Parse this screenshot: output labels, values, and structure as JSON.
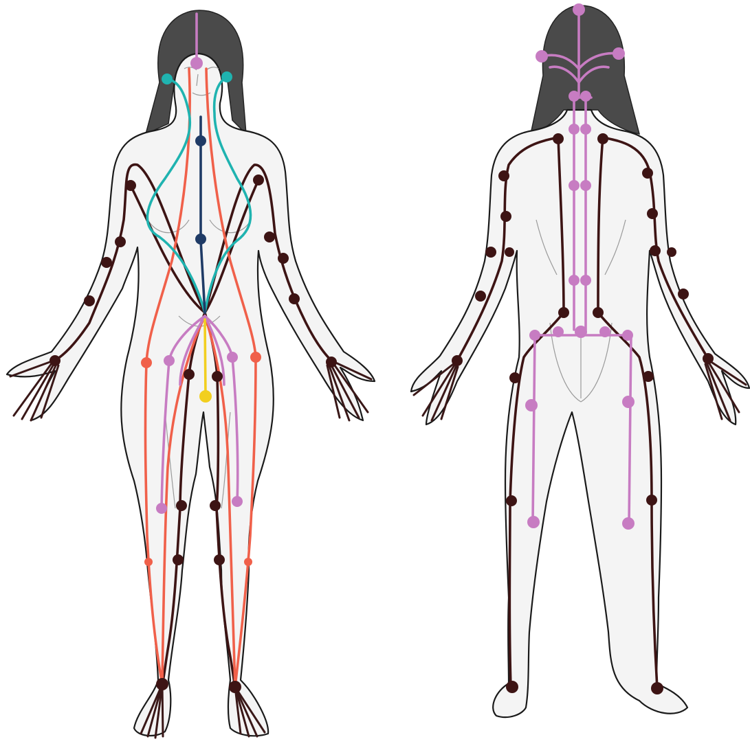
{
  "figure": {
    "views": [
      "front",
      "back"
    ]
  },
  "colors": {
    "dark_brown": "#3d1414",
    "coral": "#f0604a",
    "lavender": "#c77cc2",
    "teal": "#1fb3b0",
    "navy": "#1f3b66",
    "yellow": "#f2cf1f"
  },
  "channels": [
    {
      "id": "dark-brown-channels",
      "color": "dark_brown"
    },
    {
      "id": "coral-channels",
      "color": "coral"
    },
    {
      "id": "lavender-channels",
      "color": "lavender"
    },
    {
      "id": "teal-channels",
      "color": "teal"
    },
    {
      "id": "navy-channel",
      "color": "navy"
    },
    {
      "id": "yellow-channel",
      "color": "yellow"
    }
  ]
}
